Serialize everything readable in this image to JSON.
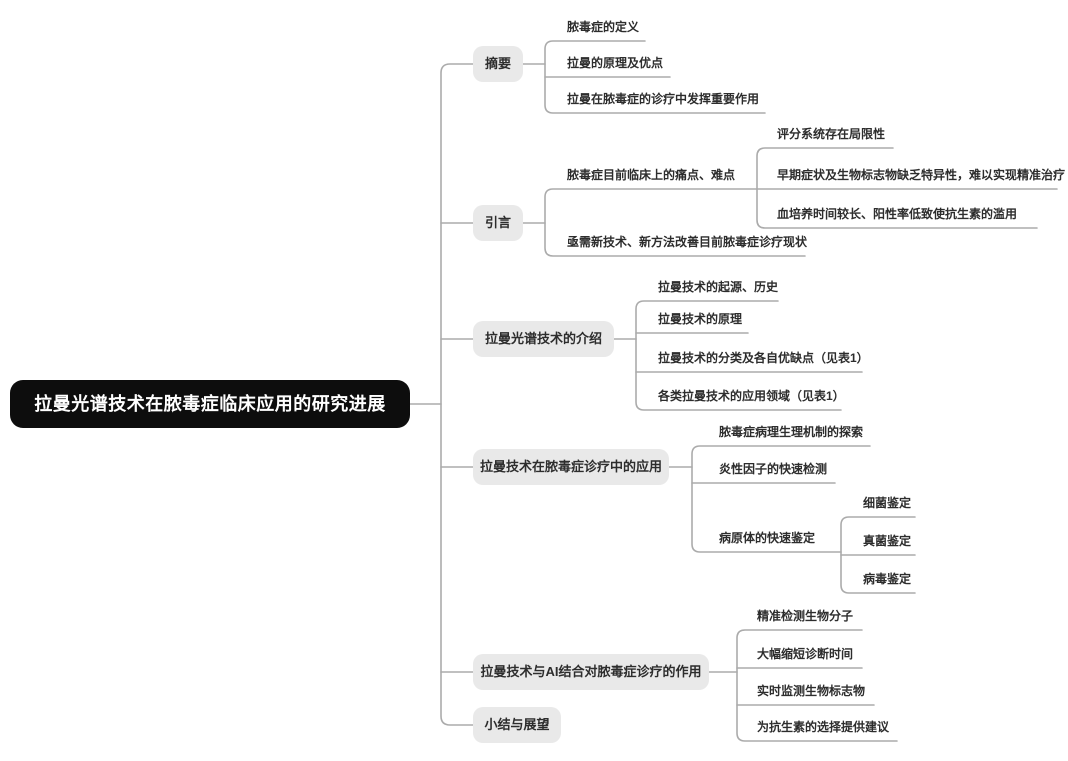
{
  "diagram": {
    "colors": {
      "root_bg": "#0d0d0d",
      "root_text": "#ffffff",
      "branch_bg": "#e9e9e9",
      "branch_text": "#2d2d2d",
      "connector": "#ababab",
      "canvas_bg": "#ffffff"
    },
    "root": {
      "label": "拉曼光谱技术在脓毒症临床应用的研究进展"
    },
    "branches": [
      {
        "label": "摘要",
        "children": [
          {
            "label": "脓毒症的定义"
          },
          {
            "label": "拉曼的原理及优点"
          },
          {
            "label": "拉曼在脓毒症的诊疗中发挥重要作用"
          }
        ]
      },
      {
        "label": "引言",
        "children": [
          {
            "label": "脓毒症目前临床上的痛点、难点",
            "children": [
              {
                "label": "评分系统存在局限性"
              },
              {
                "label": "早期症状及生物标志物缺乏特异性，难以实现精准治疗"
              },
              {
                "label": "血培养时间较长、阳性率低致使抗生素的滥用"
              }
            ]
          },
          {
            "label": "亟需新技术、新方法改善目前脓毒症诊疗现状"
          }
        ]
      },
      {
        "label": "拉曼光谱技术的介绍",
        "children": [
          {
            "label": "拉曼技术的起源、历史"
          },
          {
            "label": "拉曼技术的原理"
          },
          {
            "label": "拉曼技术的分类及各自优缺点（见表1）"
          },
          {
            "label": "各类拉曼技术的应用领域（见表1）"
          }
        ]
      },
      {
        "label": "拉曼技术在脓毒症诊疗中的应用",
        "children": [
          {
            "label": "脓毒症病理生理机制的探索"
          },
          {
            "label": "炎性因子的快速检测"
          },
          {
            "label": "病原体的快速鉴定",
            "children": [
              {
                "label": "细菌鉴定"
              },
              {
                "label": "真菌鉴定"
              },
              {
                "label": "病毒鉴定"
              }
            ]
          }
        ]
      },
      {
        "label": "拉曼技术与AI结合对脓毒症诊疗的作用",
        "children": [
          {
            "label": "精准检测生物分子"
          },
          {
            "label": "大幅缩短诊断时间"
          },
          {
            "label": "实时监测生物标志物"
          },
          {
            "label": "为抗生素的选择提供建议"
          }
        ]
      },
      {
        "label": "小结与展望"
      }
    ]
  }
}
